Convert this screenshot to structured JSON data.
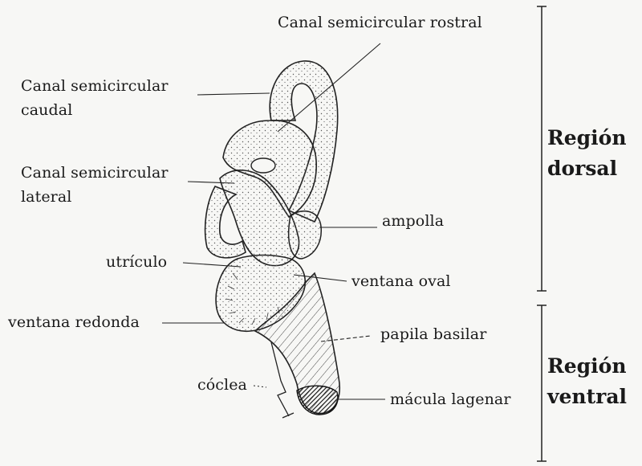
{
  "labels": {
    "rostral": "Canal semicircular rostral",
    "caudal_line1": "Canal semicircular",
    "caudal_line2": "caudal",
    "lateral_line1": "Canal semicircular",
    "lateral_line2": "lateral",
    "ampolla": "ampolla",
    "utriculo": "utrículo",
    "ventana_oval": "ventana oval",
    "ventana_redonda": "ventana redonda",
    "papila_basilar": "papila basilar",
    "coclea": "cóclea",
    "macula_lagenar": "mácula lagenar"
  },
  "regions": {
    "dorsal_line1": "Región",
    "dorsal_line2": "dorsal",
    "ventral_line1": "Región",
    "ventral_line2": "ventral"
  },
  "colors": {
    "ink": "#1a1a1a",
    "paper": "#f7f7f5"
  }
}
